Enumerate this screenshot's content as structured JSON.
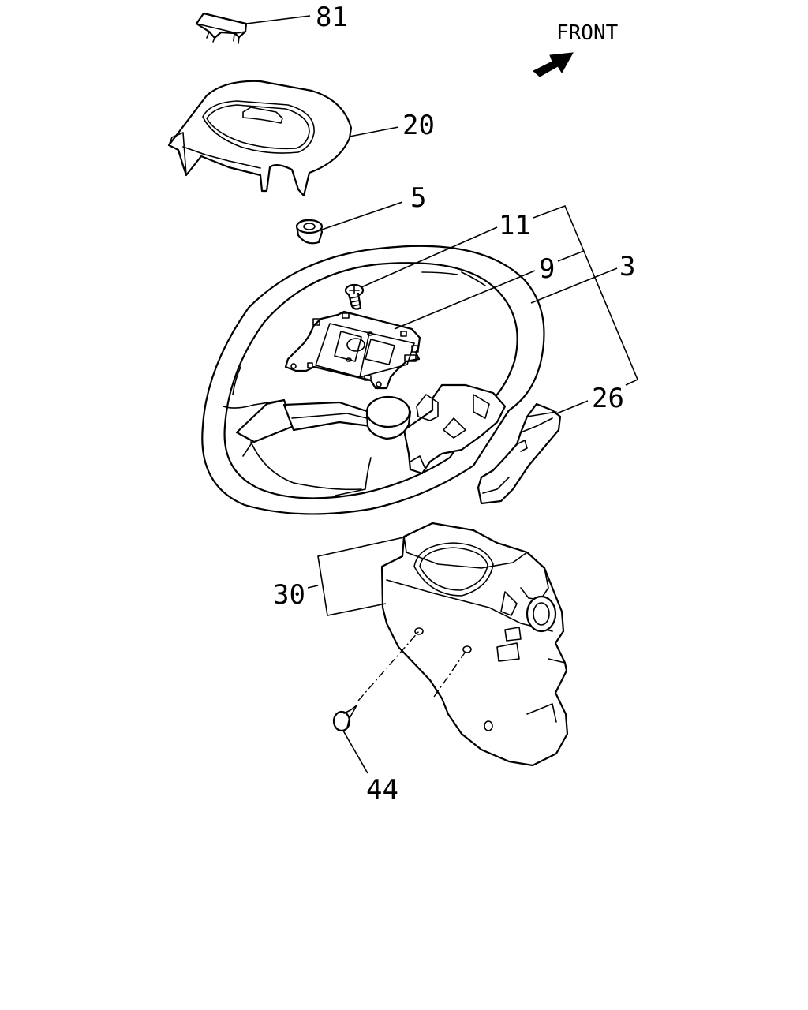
{
  "diagram": {
    "direction_label": "FRONT",
    "direction_arrow_icon": "front-arrow-icon",
    "callouts": [
      "81",
      "20",
      "5",
      "11",
      "9",
      "3",
      "26",
      "30",
      "44"
    ]
  }
}
